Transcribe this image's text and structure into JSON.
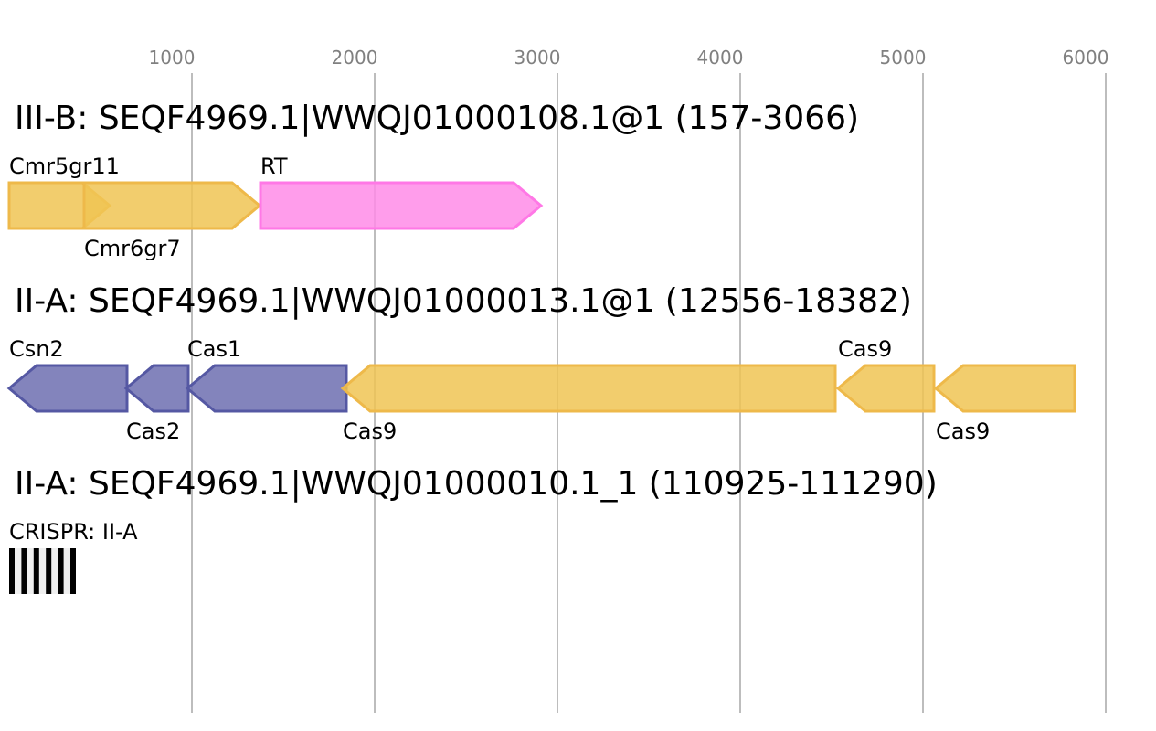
{
  "axis": {
    "unit": "bp",
    "ticks": [
      1000,
      2000,
      3000,
      4000,
      5000,
      6000
    ],
    "tick_labels": [
      "1000",
      "2000",
      "3000",
      "4000",
      "5000",
      "6000"
    ],
    "gridline_color": "#bdbdbd",
    "tick_color": "#808080"
  },
  "colors": {
    "orange_fill": "#f0c453",
    "orange_stroke": "#eeb94a",
    "pink_fill": "#ff8ce8",
    "pink_stroke": "#ff78e6",
    "purple_fill": "#6d6fb0",
    "purple_stroke": "#5558a3"
  },
  "tracks": [
    {
      "title": "III-B: SEQF4969.1|WWQJ01000108.1@1 (157-3066)",
      "genes": [
        {
          "name": "Cmr5gr11",
          "start": 0,
          "end": 550,
          "strand": "+",
          "color": "orange",
          "label_pos": "above"
        },
        {
          "name": "Cmr6gr7",
          "start": 410,
          "end": 1370,
          "strand": "+",
          "color": "orange",
          "label_pos": "below"
        },
        {
          "name": "RT",
          "start": 1375,
          "end": 2910,
          "strand": "+",
          "color": "pink",
          "label_pos": "above"
        }
      ]
    },
    {
      "title": "II-A: SEQF4969.1|WWQJ01000013.1@1 (12556-18382)",
      "genes": [
        {
          "name": "Csn2",
          "start": 0,
          "end": 645,
          "strand": "-",
          "color": "purple",
          "label_pos": "above"
        },
        {
          "name": "Cas2",
          "start": 640,
          "end": 980,
          "strand": "-",
          "color": "purple",
          "label_pos": "below"
        },
        {
          "name": "Cas1",
          "start": 975,
          "end": 1845,
          "strand": "-",
          "color": "purple",
          "label_pos": "above"
        },
        {
          "name": "Cas9",
          "start": 1825,
          "end": 4520,
          "strand": "-",
          "color": "orange",
          "label_pos": "below"
        },
        {
          "name": "Cas9",
          "start": 4535,
          "end": 5060,
          "strand": "-",
          "color": "orange",
          "label_pos": "above"
        },
        {
          "name": "Cas9",
          "start": 5070,
          "end": 5830,
          "strand": "-",
          "color": "orange",
          "label_pos": "below"
        }
      ]
    },
    {
      "title": "II-A: SEQF4969.1|WWQJ01000010.1_1 (110925-111290)",
      "crispr": {
        "name": "CRISPR: II-A",
        "start": 0,
        "end": 365,
        "repeats": 6
      }
    }
  ]
}
